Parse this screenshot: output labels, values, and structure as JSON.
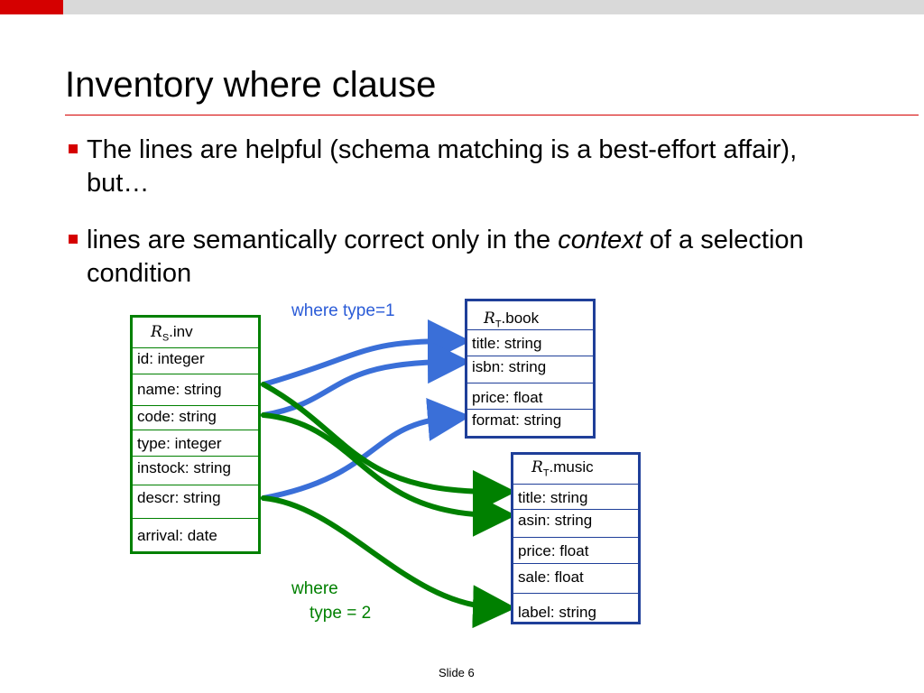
{
  "colors": {
    "accent_red": "#d50000",
    "top_gray": "#d9d9d9",
    "green": "#008000",
    "blue": "#1f3f99",
    "arrow_blue": "#3a6fd8",
    "label_blue": "#2a5bd7"
  },
  "slide": {
    "title": "Inventory where clause",
    "bullets": [
      {
        "text": "The lines are helpful (schema matching is a best-effort affair), but…"
      },
      {
        "pre": "lines are semantically correct only in the ",
        "em": "context",
        "post": " of a selection condition"
      }
    ],
    "footer": "Slide 6"
  },
  "source_schema": {
    "prefix": "R",
    "subscript": "S",
    "name": ".inv",
    "fields": [
      "id:  integer",
      "name:  string",
      "code: string",
      "type:  integer",
      "instock:  string",
      "descr:  string",
      "arrival:  date"
    ]
  },
  "book_schema": {
    "prefix": "R",
    "subscript": "T",
    "name": ".book",
    "fields": [
      "title:  string",
      "isbn:  string",
      "price: float",
      "format: string"
    ]
  },
  "music_schema": {
    "prefix": "R",
    "subscript": "T",
    "name": ".music",
    "fields": [
      "title:  string",
      "asin:  string",
      "price: float",
      "sale: float",
      "label: string"
    ]
  },
  "conditions": {
    "book": "where type=1",
    "music_line1": "where",
    "music_line2": "type = 2"
  }
}
